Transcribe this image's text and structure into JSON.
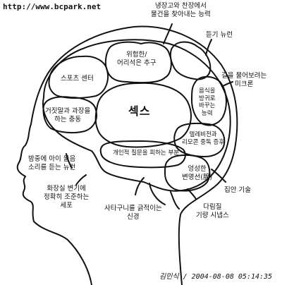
{
  "url": "http://www.bcpark.net",
  "signature": "김민식 / 2004-08-08 05:14:35",
  "labels": {
    "fridge": [
      "냉장고와 찬장에서",
      "물건을 찾아내는 능력"
    ],
    "deaf": "듣기 뉴런",
    "directions": [
      "길을 물어보려는",
      "미크론"
    ],
    "danger": [
      "위험한/",
      "어리석은 추구"
    ],
    "sports": "스포츠 센터",
    "sex": "섹스",
    "lies": [
      "거짓말과 과장을",
      "하는 충동"
    ],
    "music": [
      "음식을",
      "방귀로",
      "바꾸는",
      "능력"
    ],
    "tv": [
      "텔레비전과",
      "리모콘 중독 증후"
    ],
    "personal": "개인적 질문을 피하는 부분",
    "baby": [
      "밤중에 아이 울음",
      "소리를 듣는 뉴런"
    ],
    "toilet": [
      "화장실 변기에",
      "정확히 조준하는",
      "세포"
    ],
    "scratch": [
      "사타구니를 긁적이는",
      "신경"
    ],
    "gland": [
      "엉성한",
      "변명선(腺)"
    ],
    "collect": "집안 기술",
    "iron": [
      "다림질",
      "기량 시냅스"
    ]
  }
}
